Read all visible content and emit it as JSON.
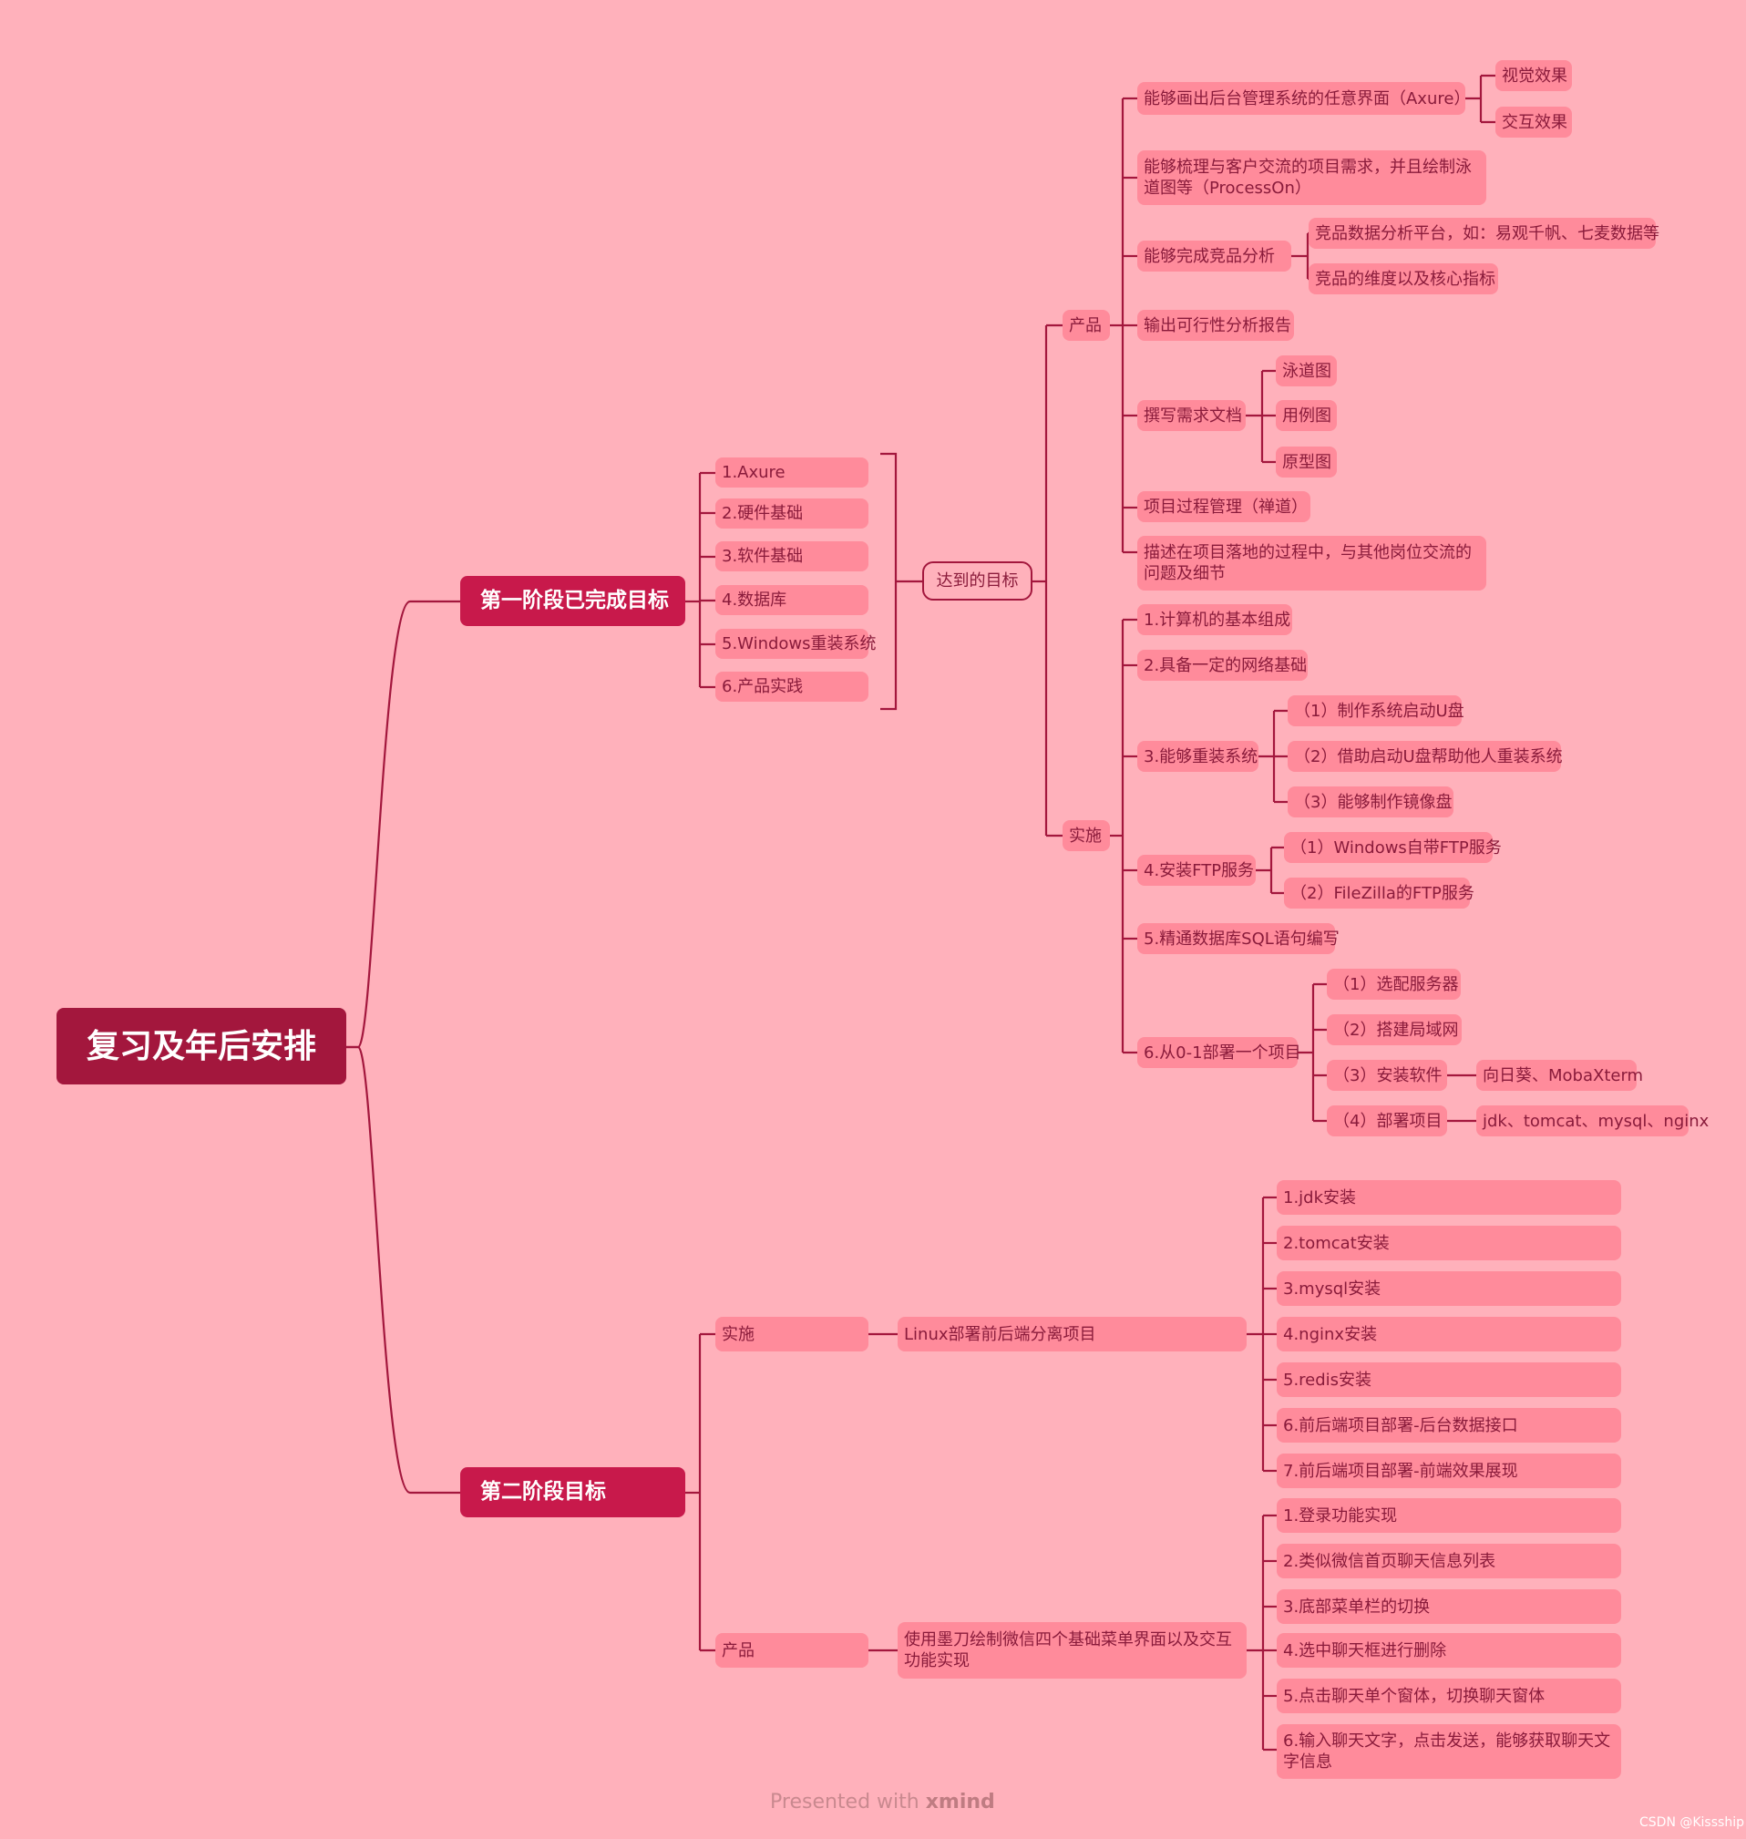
{
  "root": "复习及年后安排",
  "stage1": "第一阶段已完成目标",
  "stage2": "第二阶段目标",
  "s1_items": [
    "1.Axure",
    "2.硬件基础",
    "3.软件基础",
    "4.数据库",
    "5.Windows重装系统",
    "6.产品实践"
  ],
  "goals": "达到的目标",
  "product": {
    "label": "产品",
    "items": {
      "axure": "能够画出后台管理系统的任意界面（Axure）",
      "visual": "视觉效果",
      "interactive": "交互效果",
      "processon": "能够梳理与客户交流的项目需求，并且绘制泳道图等（ProcessOn）",
      "competitive": "能够完成竞品分析",
      "platform": "竞品数据分析平台，如：易观千帆、七麦数据等",
      "dimensions": "竞品的维度以及核心指标",
      "feasibility": "输出可行性分析报告",
      "reqdoc": "撰写需求文档",
      "swimlane": "泳道图",
      "usecase": "用例图",
      "prototype": "原型图",
      "pm": "项目过程管理（禅道）",
      "communicate": "描述在项目落地的过程中，与其他岗位交流的问题及细节"
    }
  },
  "impl": {
    "label": "实施",
    "items": {
      "i1": "1.计算机的基本组成",
      "i2": "2.具备一定的网络基础",
      "i3": "3.能够重装系统",
      "i3a": "（1）制作系统启动U盘",
      "i3b": "（2）借助启动U盘帮助他人重装系统",
      "i3c": "（3）能够制作镜像盘",
      "i4": "4.安装FTP服务",
      "i4a": "（1）Windows自带FTP服务",
      "i4b": "（2）FileZilla的FTP服务",
      "i5": "5.精通数据库SQL语句编写",
      "i6": "6.从0-1部署一个项目",
      "i6a": "（1）选配服务器",
      "i6b": "（2）搭建局域网",
      "i6c": "（3）安装软件",
      "i6c1": "向日葵、MobaXterm",
      "i6d": "（4）部署项目",
      "i6d1": "jdk、tomcat、mysql、nginx"
    }
  },
  "s2": {
    "impl_label": "实施",
    "impl_title": "Linux部署前后端分离项目",
    "impl_items": [
      "1.jdk安装",
      "2.tomcat安装",
      "3.mysql安装",
      "4.nginx安装",
      "5.redis安装",
      "6.前后端项目部署-后台数据接口",
      "7.前后端项目部署-前端效果展现"
    ],
    "prod_label": "产品",
    "prod_title": "使用墨刀绘制微信四个基础菜单界面以及交互功能实现",
    "prod_items": [
      "1.登录功能实现",
      "2.类似微信首页聊天信息列表",
      "3.底部菜单栏的切换",
      "4.选中聊天框进行删除",
      "5.点击聊天单个窗体，切换聊天窗体",
      "6.输入聊天文字，点击发送，能够获取聊天文字信息"
    ]
  },
  "footer": {
    "prefix": "Presented with",
    "brand": "xmind"
  },
  "credit": "CSDN @Kissship",
  "colors": {
    "background": "#ffb1bb",
    "node": "#ff8b9b",
    "root": "#a3173d",
    "stage": "#c8194b",
    "line": "#a3173d",
    "text": "#8a1b3b"
  }
}
